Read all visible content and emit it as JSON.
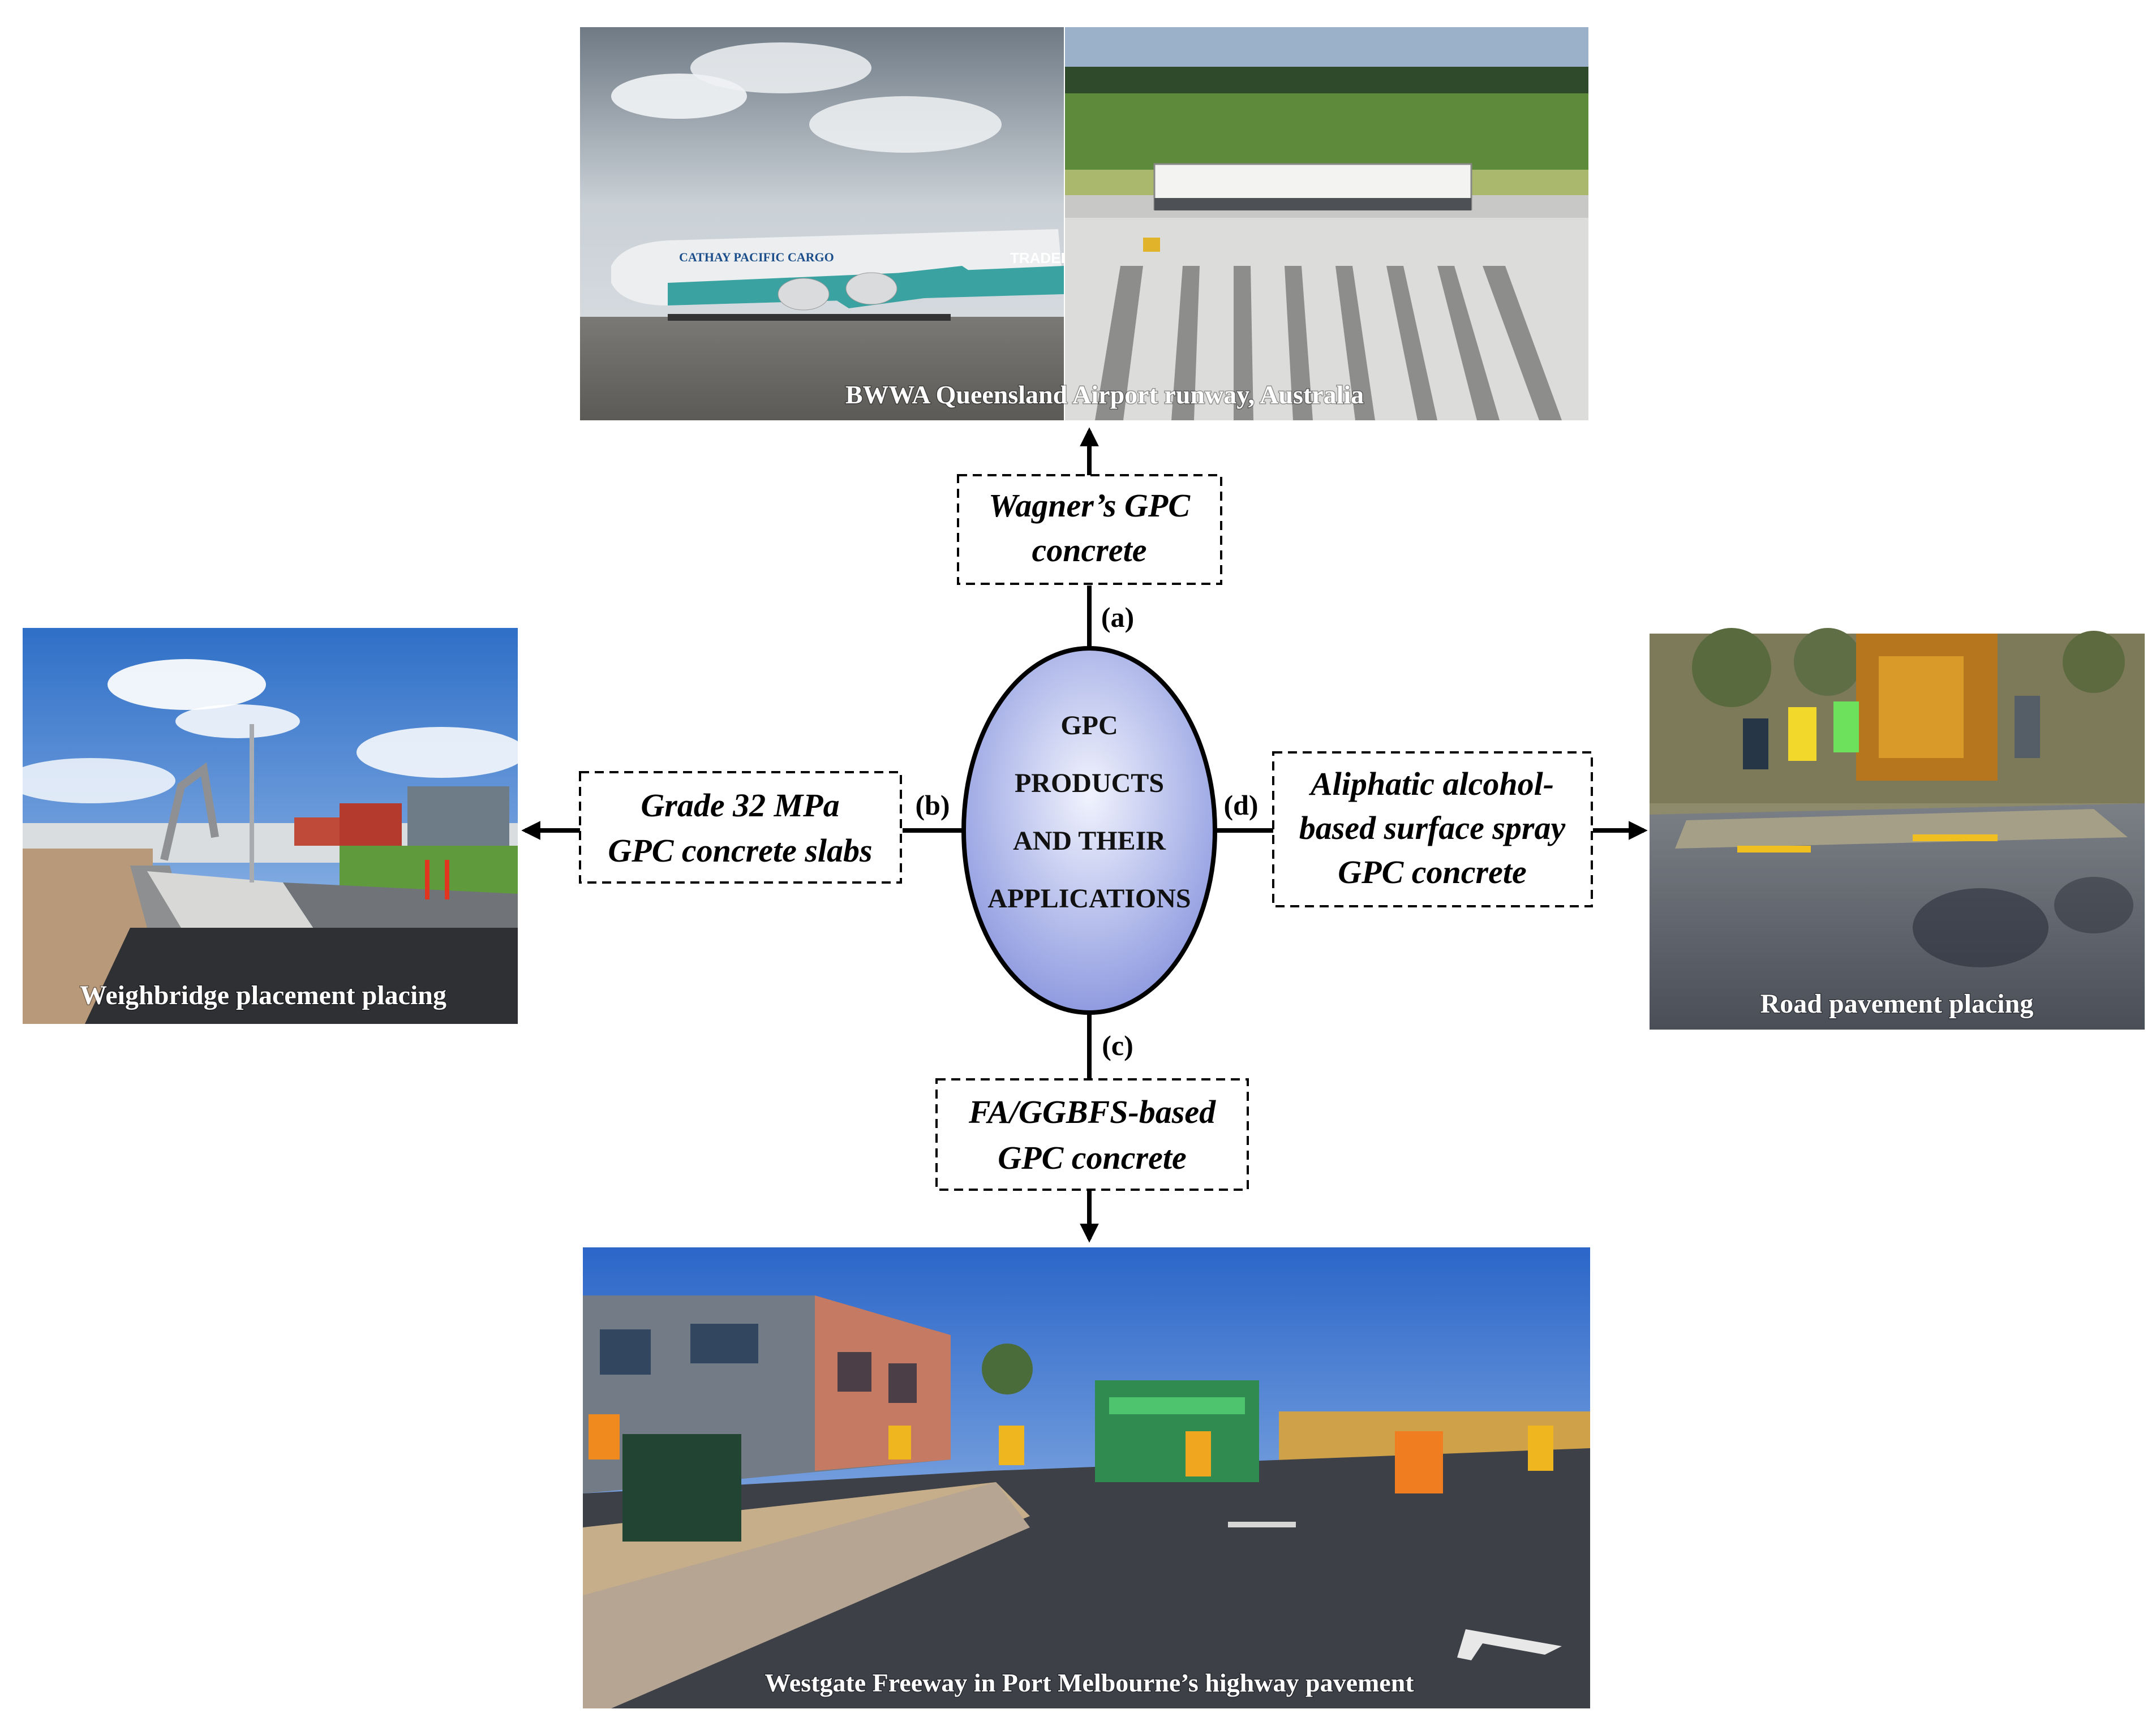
{
  "center": {
    "lines": [
      "GPC",
      "PRODUCTS",
      "AND THEIR",
      "APPLICATIONS"
    ]
  },
  "branches": {
    "a": {
      "tag": "(a)",
      "box_lines": [
        "Wagner’s GPC",
        "concrete"
      ],
      "caption": "BWWA  Queensland Airport runway, Australia"
    },
    "b": {
      "tag": "(b)",
      "box_lines": [
        "Grade 32 MPa",
        "GPC concrete slabs"
      ],
      "caption": "Weighbridge placement placing"
    },
    "c": {
      "tag": "(c)",
      "box_lines": [
        "FA/GGBFS-based",
        "GPC concrete"
      ],
      "caption": "Westgate Freeway in Port Melbourne’s highway pavement"
    },
    "d": {
      "tag": "(d)",
      "box_lines": [
        "Aliphatic alcohol-",
        "based surface spray",
        "GPC concrete"
      ],
      "caption": "Road pavement placing"
    }
  },
  "photo_labels": {
    "aircraft_livery": "CATHAY PACIFIC CARGO",
    "aircraft_tail": "TRADER"
  },
  "colors": {
    "ellipse_light": "#eef0fb",
    "ellipse_dark": "#8f9be0",
    "line": "#000000",
    "sky": "#8fb6e6",
    "asphalt": "#3c3f45"
  }
}
